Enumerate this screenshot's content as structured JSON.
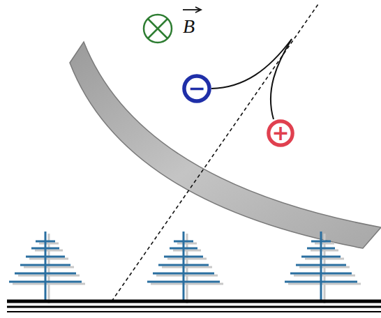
{
  "diagram": {
    "nodes": [
      {
        "text": [
          "−"
        ]
      },
      {
        "text": [
          "+"
        ]
      }
    ],
    "labels": [
      "B"
    ]
  }
}
